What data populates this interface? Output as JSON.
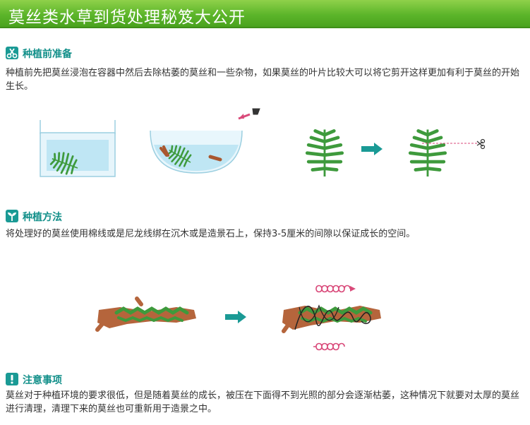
{
  "header": {
    "title": "莫丝类水草到货处理秘笈大公开"
  },
  "sections": [
    {
      "icon": "scissors-icon",
      "title": "种植前准备",
      "text": "种植前先把莫丝浸泡在容器中然后去除枯萎的莫丝和一些杂物，如果莫丝的叶片比较大可以将它剪开这样更加有利于莫丝的开始生长。"
    },
    {
      "icon": "sprout-icon",
      "title": "种植方法",
      "text": "将处理好的莫丝使用棉线或是尼龙线绑在沉木或是造景石上，保持3-5厘米的间隙以保证成长的空间。"
    },
    {
      "icon": "exclamation-icon",
      "title": "注意事项",
      "text": "莫丝对于种植环境的要求很低，但是随着莫丝的成长，被压在下面得不到光照的部分会逐渐枯萎，这种情况下就要对太厚的莫丝进行清理，清理下来的莫丝也可重新用于造景之中。"
    }
  ],
  "colors": {
    "header": "#5cb52a",
    "accent": "#118f89",
    "moss": "#3e9a3c",
    "wood": "#b5653c",
    "thread": "#d94a7a",
    "arrow": "#1a9a95"
  }
}
